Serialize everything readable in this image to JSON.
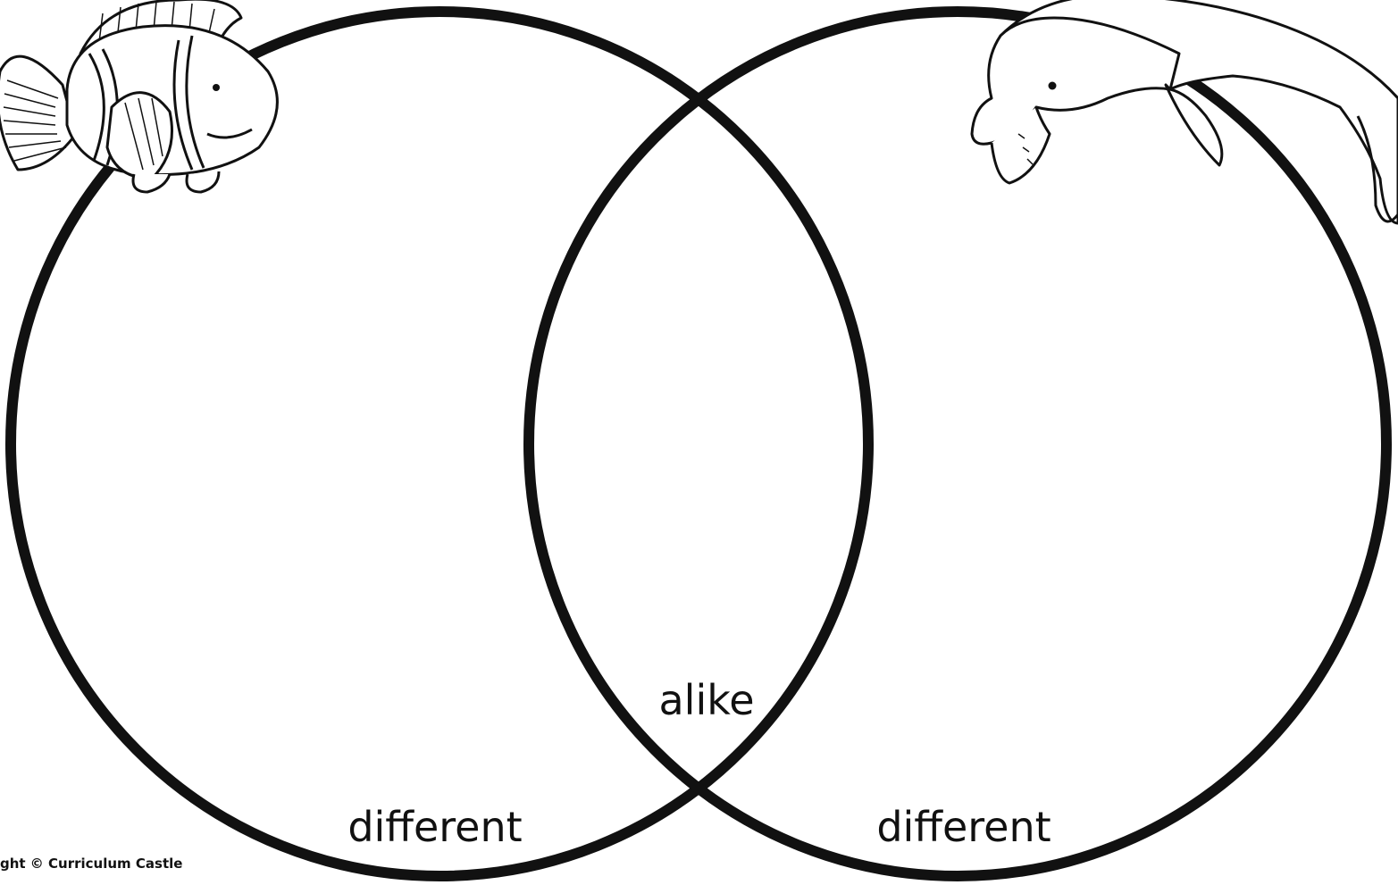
{
  "diagram": {
    "type": "venn-diagram",
    "labels": {
      "left": "different",
      "center": "alike",
      "right": "different"
    },
    "copyright": "ght © Curriculum Castle",
    "icons": {
      "left": "clownfish-icon",
      "right": "dolphin-icon"
    },
    "colors": {
      "stroke": "#111111",
      "background": "#ffffff"
    }
  }
}
